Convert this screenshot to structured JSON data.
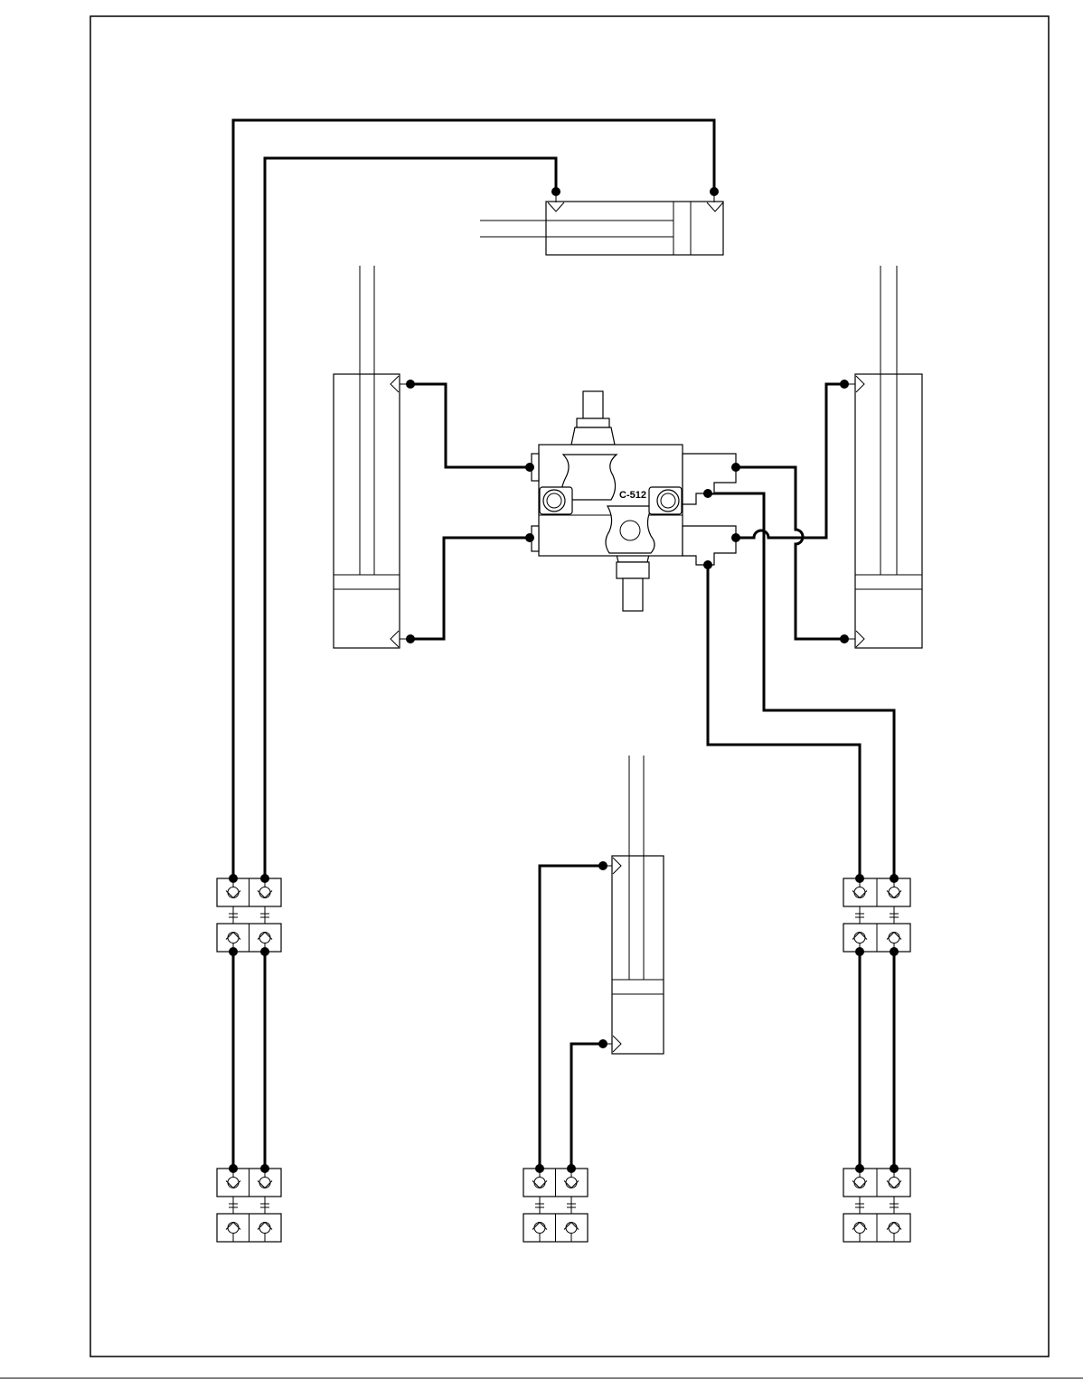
{
  "diagram": {
    "valve_label": "C-512",
    "colors": {
      "line": "#000000",
      "background": "#ffffff"
    },
    "components": [
      "top-horizontal-cylinder",
      "left-vertical-cylinder",
      "right-vertical-cylinder",
      "bottom-center-cylinder",
      "control-valve",
      "left-upper-coupler-pair",
      "left-lower-coupler-pair",
      "center-coupler-pair",
      "right-upper-coupler-pair",
      "right-lower-coupler-pair"
    ]
  }
}
